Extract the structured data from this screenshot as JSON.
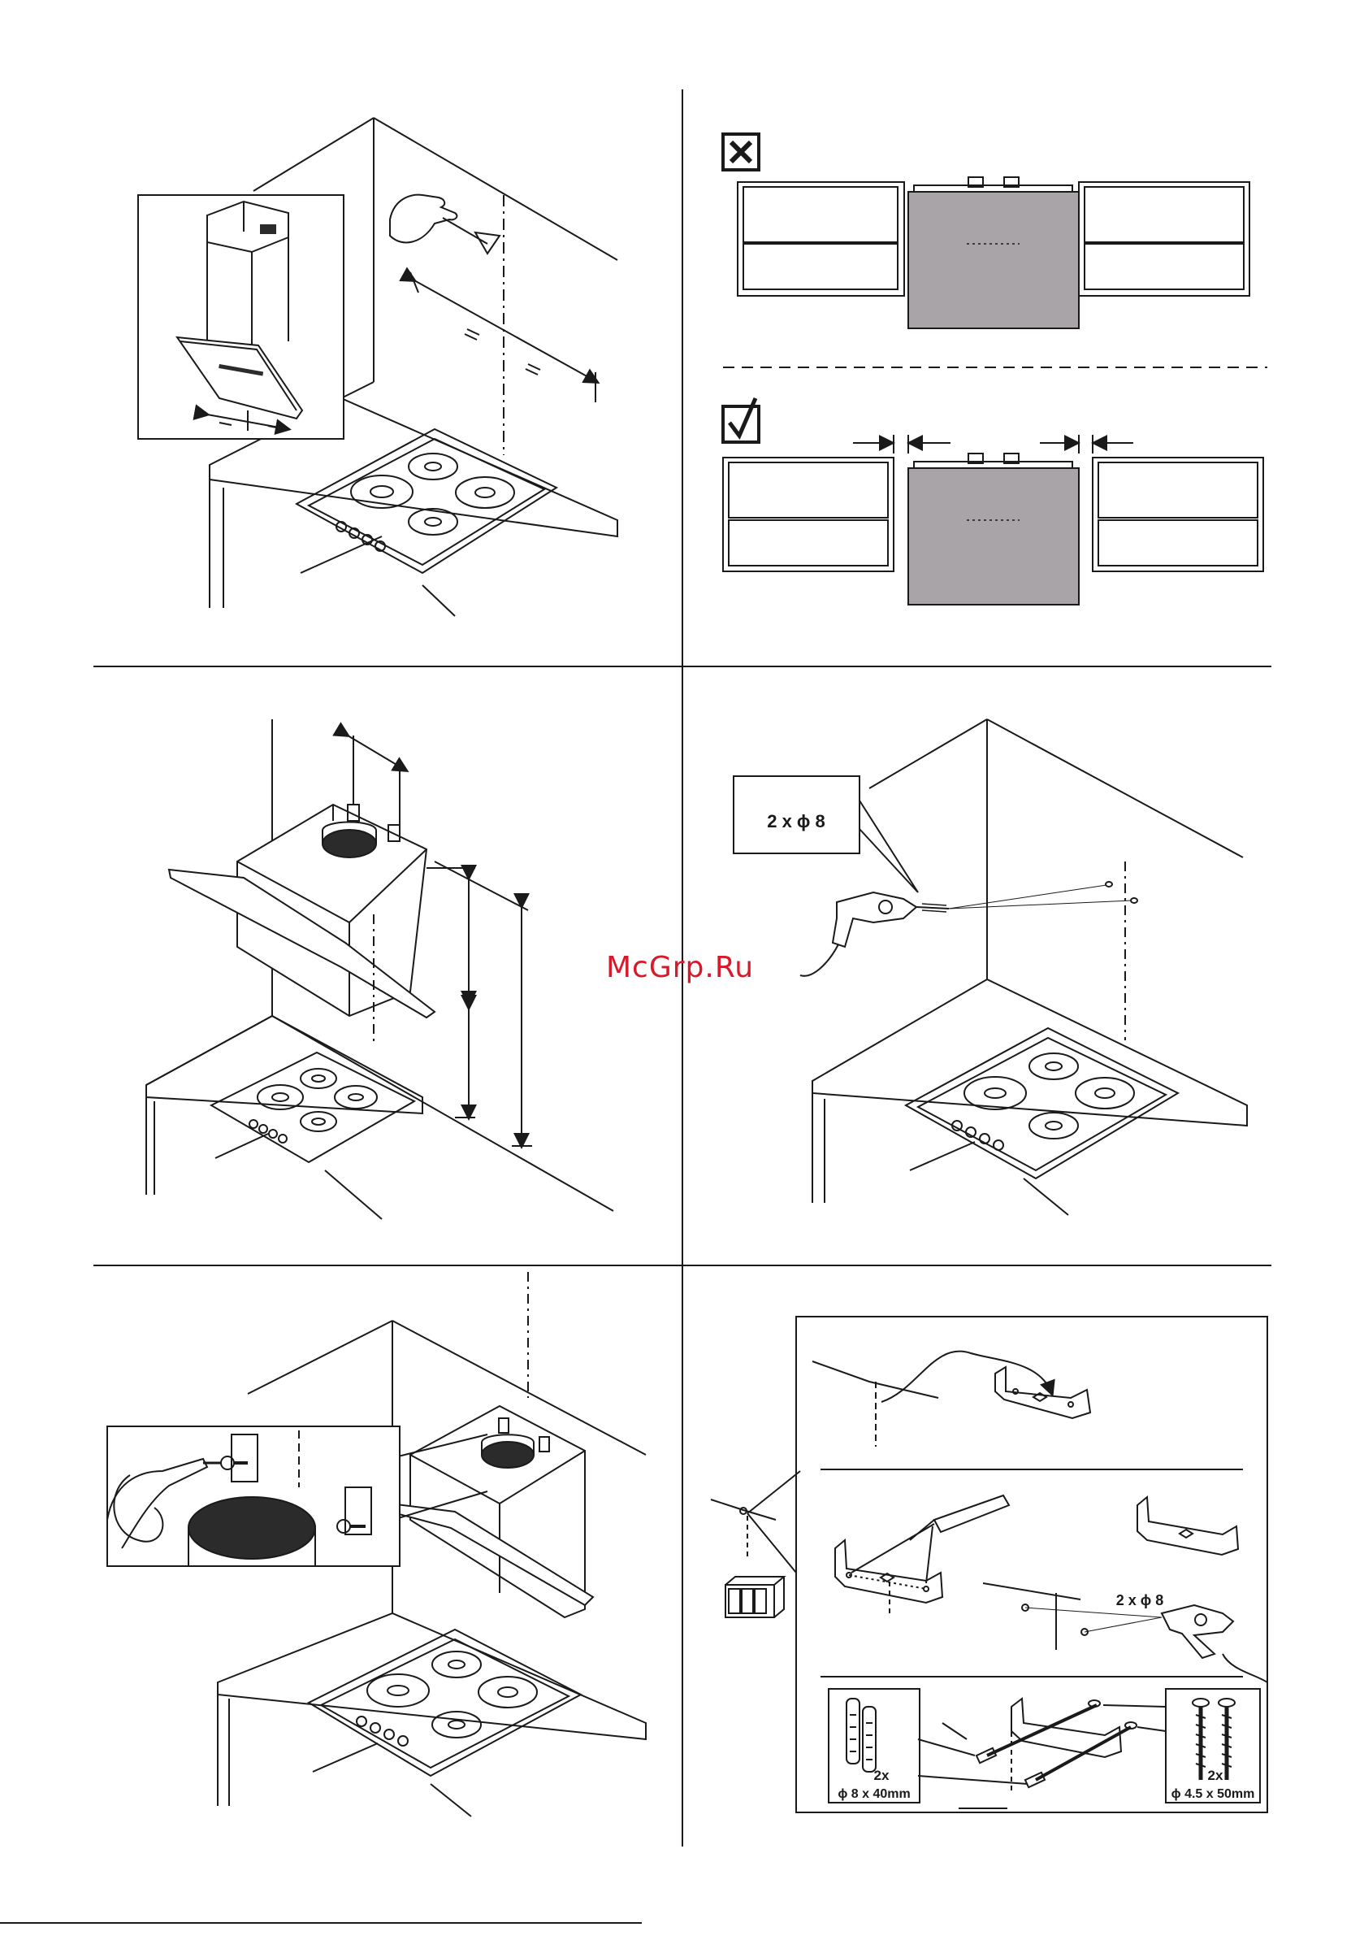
{
  "watermark": "McGrp.Ru",
  "panels": {
    "spacing": {
      "wrong_icon": "cross-box-icon",
      "right_icon": "check-box-icon"
    },
    "drilling": {
      "callout_label": "2 x ϕ 8"
    },
    "brackets": {
      "drill_label": "2 x ϕ 8",
      "plugs_qty": "2x",
      "plugs_size": "ϕ 8 x 40mm",
      "screws_qty": "2x",
      "screws_size": "ϕ 4.5 x 50mm"
    }
  },
  "colors": {
    "line": "#1a1a1a",
    "hood_fill": "#a8a4a8",
    "duct_fill": "#2b2b2b",
    "watermark": "#d8192a"
  }
}
